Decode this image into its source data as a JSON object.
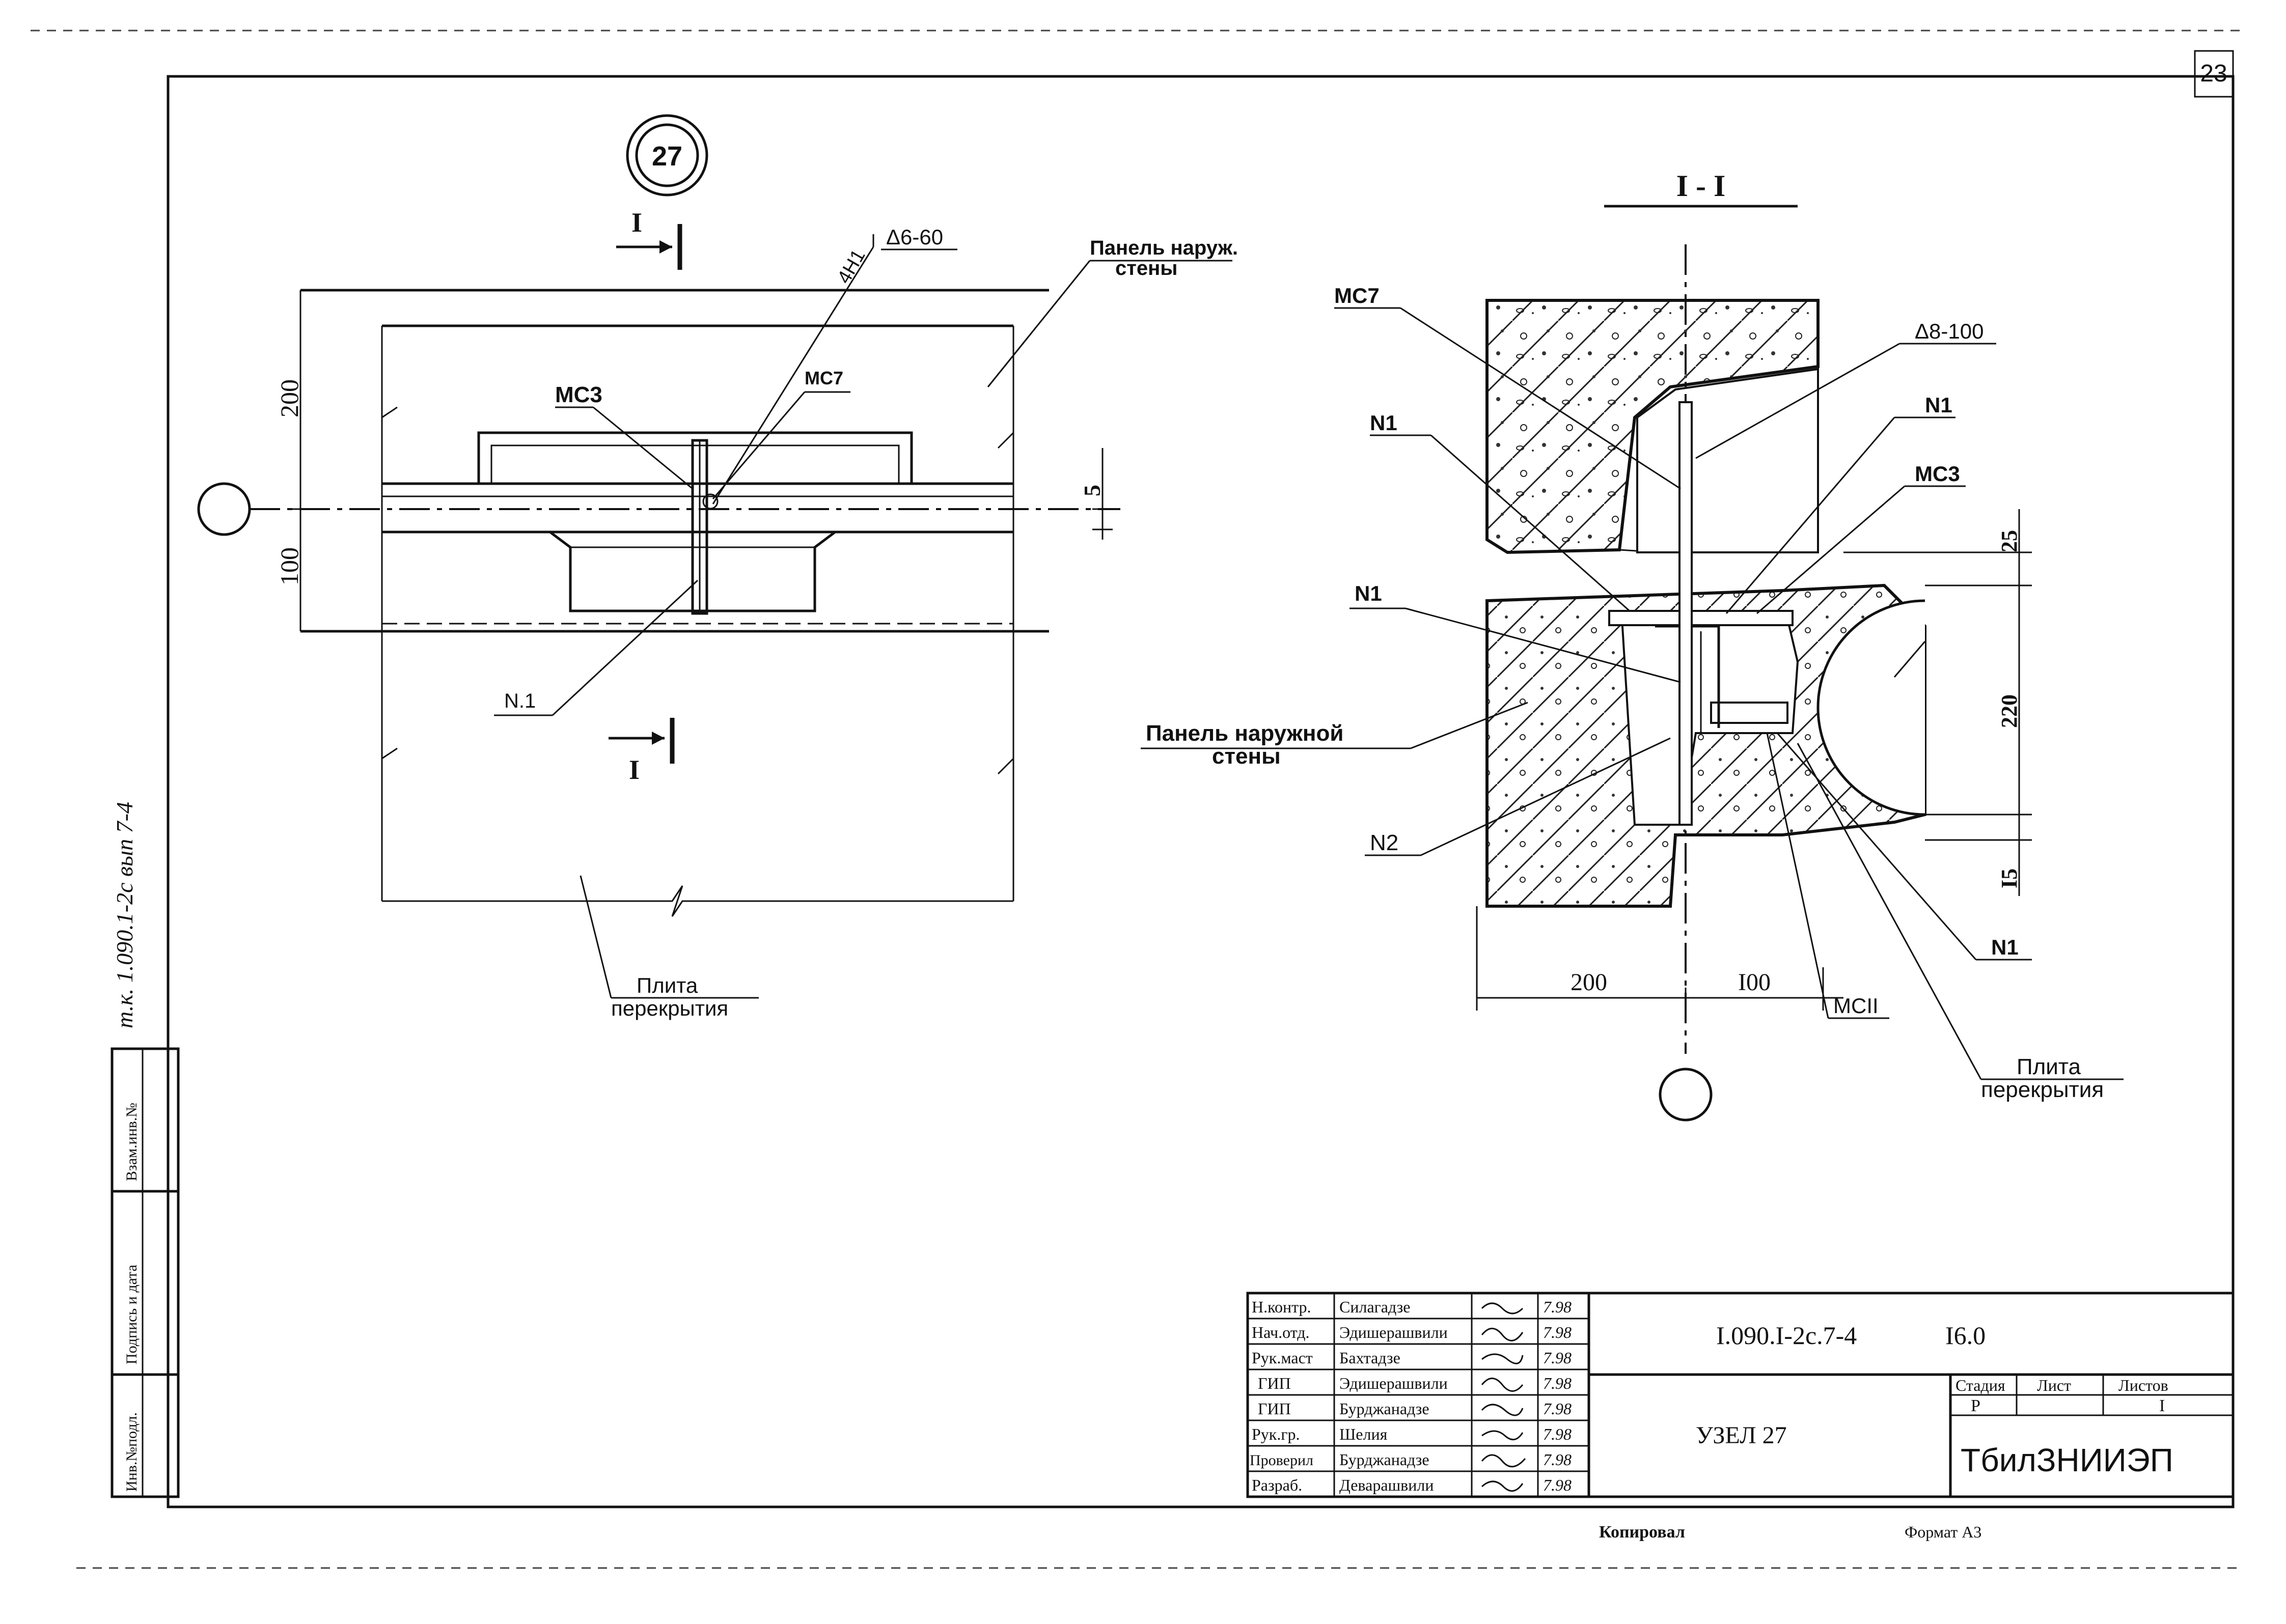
{
  "sheet_number": "23",
  "side_stamp": "т.к. 1.090.1-2с вып 7-4",
  "node_number": "27",
  "section_mark": "I",
  "section_title": "I - I",
  "left_view": {
    "dim_top": "200",
    "dim_bottom": "100",
    "dim_gap": "5",
    "label_weld_leg": "4Н1",
    "label_weld": "Δ6-60",
    "label_mc3": "МС3",
    "label_mc7": "МС7",
    "label_n1": "N.1",
    "label_panel_line1": "Панель наруж.",
    "label_panel_line2": "стены",
    "label_slab_line1": "Плита",
    "label_slab_line2": "перекрытия"
  },
  "right_view": {
    "label_mc7": "МС7",
    "label_weld": "Δ8-100",
    "label_n1_top_right": "N1",
    "label_n1_left_upper": "N1",
    "label_mc3": "МС3",
    "label_n1_left_lower": "N1",
    "label_panel_line1": "Панель наружной",
    "label_panel_line2": "стены",
    "label_n2": "N2",
    "label_n1_bottom_right": "N1",
    "label_mc11": "МСII",
    "label_slab_line1": "Плита",
    "label_slab_line2": "перекрытия",
    "dim_25": "25",
    "dim_220": "220",
    "dim_15": "I5",
    "dim_200": "200",
    "dim_100": "I00"
  },
  "margin_box": {
    "col1": "Инв.№подл.",
    "col2": "Подпись и дата",
    "col3": "Взам.инв.№"
  },
  "title_block": {
    "rows": [
      {
        "role": "Н.контр.",
        "name": "Силагадзе",
        "date": "7.98"
      },
      {
        "role": "Нач.отд.",
        "name": "Эдишерашвили",
        "date": "7.98"
      },
      {
        "role": "Рук.маст",
        "name": "Бахтадзе",
        "date": "7.98"
      },
      {
        "role": "ГИП",
        "name": "Эдишерашвили",
        "date": "7.98"
      },
      {
        "role": "ГИП",
        "name": "Бурджанадзе",
        "date": "7.98"
      },
      {
        "role": "Рук.гр.",
        "name": "Шелия",
        "date": "7.98"
      },
      {
        "role": "Проверил",
        "name": "Бурджанадзе",
        "date": "7.98"
      },
      {
        "role": "Разраб.",
        "name": "Деварашвили",
        "date": "7.98"
      }
    ],
    "doc_code": "I.090.I-2с.7-4",
    "doc_code_suffix": "I6.0",
    "title": "УЗЕЛ 27",
    "stage_header": "Стадия",
    "sheet_header": "Лист",
    "sheets_header": "Листов",
    "stage_value": "Р",
    "sheet_value": "",
    "sheets_value": "I",
    "org": "ТбилЗНИИЭП"
  },
  "footer": {
    "copied": "Копировал",
    "format": "Формат А3"
  }
}
